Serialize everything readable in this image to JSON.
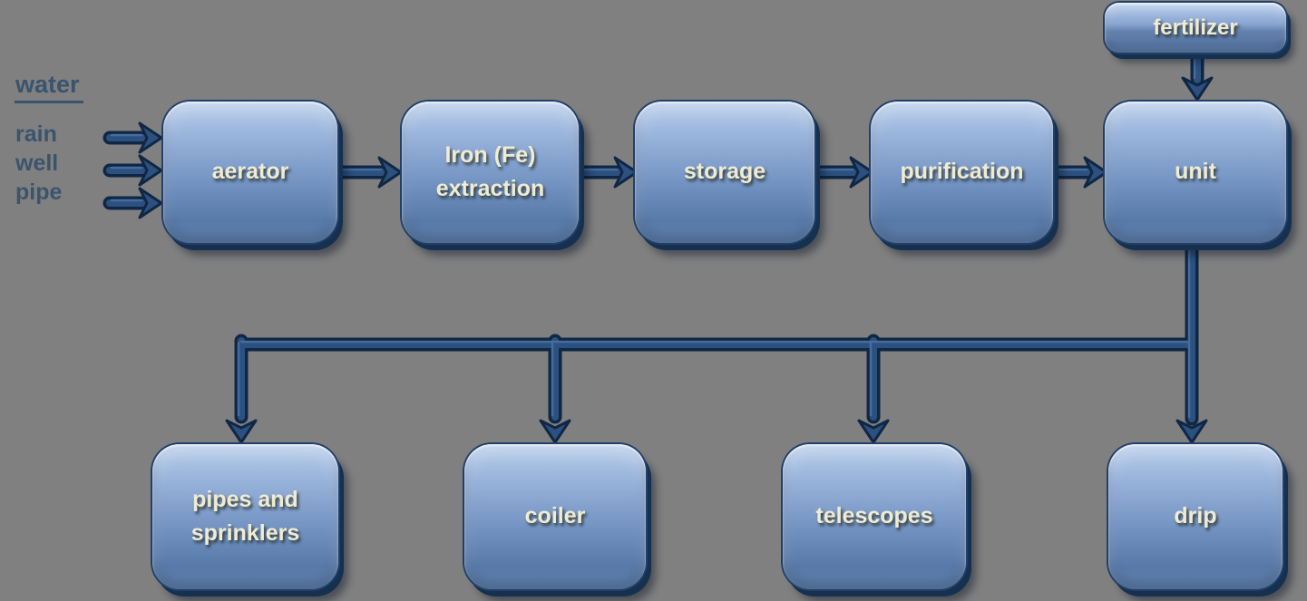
{
  "canvas": {
    "background": "#808080"
  },
  "palette": {
    "box_face_top": "#b6cbe9",
    "box_face_bottom": "#5a78a6",
    "box_rim": "#16304f",
    "box_text": "#f0ecd2",
    "connector_outline": "#0f2744",
    "connector_fill": "#2c517f",
    "side_label_text": "#3a546e"
  },
  "labels": {
    "title": "water",
    "sources": [
      {
        "label": "rain"
      },
      {
        "label": "well"
      },
      {
        "label": "pipe"
      }
    ]
  },
  "nodes": {
    "aerator": {
      "label": "aerator"
    },
    "iron_extraction": {
      "label": "Iron (Fe)\nextraction"
    },
    "storage": {
      "label": "storage"
    },
    "purification": {
      "label": "purification"
    },
    "unit": {
      "label": "unit"
    },
    "fertilizer": {
      "label": "fertilizer"
    },
    "pipes_sprinklers": {
      "label": "pipes and\nsprinklers"
    },
    "coiler": {
      "label": "coiler"
    },
    "telescopes": {
      "label": "telescopes"
    },
    "drip": {
      "label": "drip"
    }
  }
}
